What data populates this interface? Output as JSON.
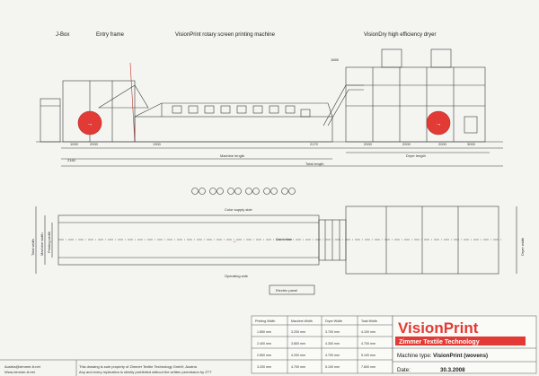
{
  "headings": {
    "jbox": "J-Box",
    "entry_frame": "Entry frame",
    "printing_machine": "VisionPrint rotary screen printing machine",
    "dryer": "VisionDry high efficiency dryer"
  },
  "elevation": {
    "dimensions": [
      "1000",
      "2000",
      "1300",
      "2170",
      "2000",
      "2000",
      "2000",
      "3000",
      "2160",
      "1665"
    ],
    "machine_length": "Machine length",
    "dryer_length": "Dryer length",
    "total_length": "Total length"
  },
  "plan": {
    "color_supply_side": "Color supply side",
    "centerline": "Centerline",
    "operating_side": "Operating side",
    "electric_panel": "Electric panel",
    "total_width": "Total width",
    "machine_width": "Machine width",
    "printing_width": "Printing width",
    "dryer_width": "Dryer width"
  },
  "table": {
    "headers": [
      "Printing Width",
      "Machine Width",
      "Dryer Width",
      "Total Width"
    ],
    "rows": [
      [
        "1.850 mm",
        "3.200 mm",
        "3.700 mm",
        "4.100 mm"
      ],
      [
        "2.400 mm",
        "3.800 mm",
        "4.300 mm",
        "4.700 mm"
      ],
      [
        "2.800 mm",
        "4.200 mm",
        "4.700 mm",
        "5.100 mm"
      ],
      [
        "3.200 mm",
        "4.700 mm",
        "5.100 mm",
        "7.600 mm"
      ]
    ]
  },
  "brand": {
    "name": "VisionPrint",
    "company": "Zimmer Textile Technology",
    "machine_type_label": "Machine type:",
    "machine_type_value": "VisionPrint (wovens)",
    "date_label": "Date:",
    "date_value": "30.3.2008"
  },
  "footer": {
    "email": "Austria@zimmer-tt.net",
    "web": "Www.zimmer-tt.net",
    "notice_1": "This drawing is sole property of Zimmer Textile Technology GmbH, Austria",
    "notice_2": "Any and every replication is strictly prohibited without the written permission by ZTT"
  },
  "colors": {
    "accent": "#e23b36",
    "line": "#3a3a3a",
    "paper": "#f4f4f1"
  }
}
